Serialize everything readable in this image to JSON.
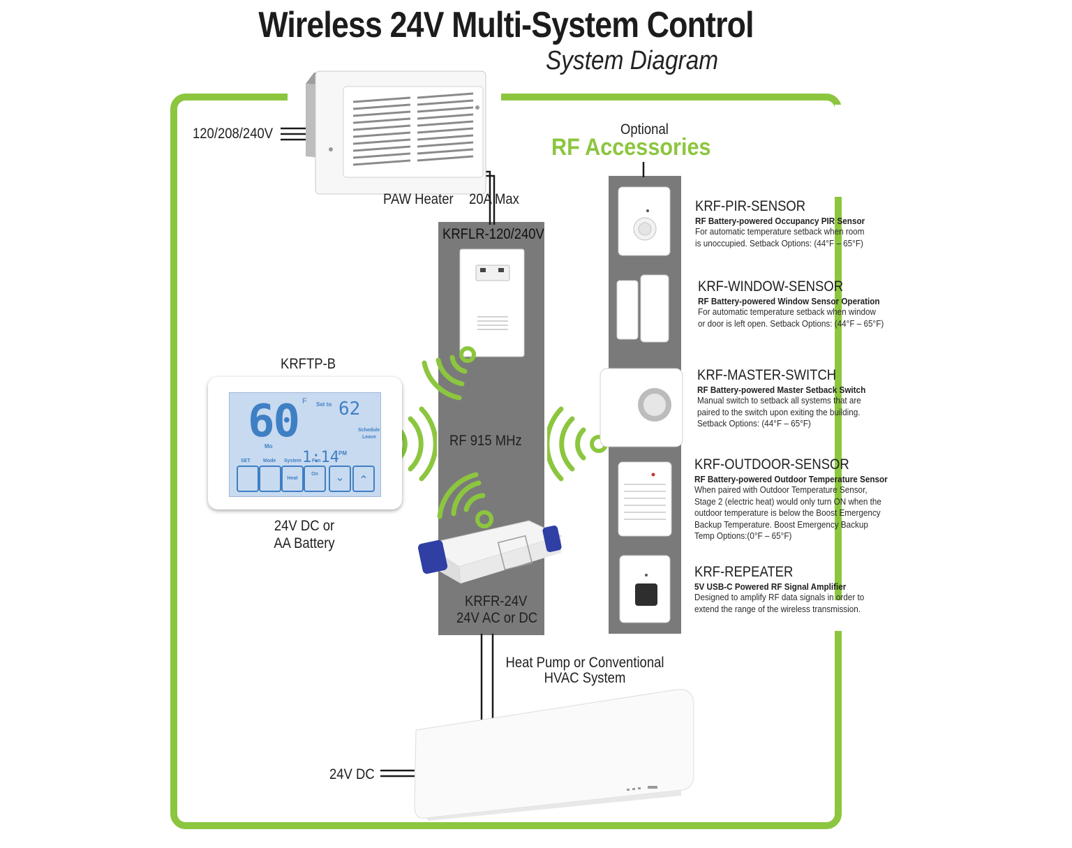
{
  "header": {
    "title": "Wireless 24V Multi-System Control",
    "subtitle": "System Diagram"
  },
  "heater": {
    "voltage_label": "120/208/240V",
    "name_label": "PAW Heater",
    "max_label": "20A Max"
  },
  "relay_column": {
    "top_label": "KRFLR-120/240V",
    "rf_label": "RF 915 MHz",
    "receiver_name": "KRFR-24V",
    "receiver_power": "24V AC or DC"
  },
  "thermostat": {
    "name": "KRFTP-B",
    "power_line1": "24V DC or",
    "power_line2": "AA Battery",
    "screen": {
      "temp": "60",
      "unit": "F",
      "set_to_label": "Set to",
      "set_temp": "62",
      "day": "Mo",
      "time": "1:14",
      "ampm": "PM",
      "schedule": "Schedule",
      "leave": "Leave",
      "buttons": [
        "SET",
        "Mode",
        "System",
        "Fan"
      ],
      "system_value": "Heat",
      "fan_value": "On"
    }
  },
  "hvac": {
    "label_line1": "Heat Pump or Conventional",
    "label_line2": "HVAC System",
    "power_label": "24V DC"
  },
  "accessories": {
    "optional_label": "Optional",
    "heading": "RF Accessories",
    "items": [
      {
        "name": "KRF-PIR-SENSOR",
        "subtitle": "RF Battery-powered Occupancy PIR Sensor",
        "description": "For automatic temperature setback when room\nis unoccupied. Setback Options: (44°F – 65°F)"
      },
      {
        "name": "KRF-WINDOW-SENSOR",
        "subtitle": "RF Battery-powered Window Sensor Operation",
        "description": "For automatic temperature setback when window\nor door is left open. Setback Options: (44°F – 65°F)"
      },
      {
        "name": "KRF-MASTER-SWITCH",
        "subtitle": "RF Battery-powered Master Setback Switch",
        "description": "Manual switch to setback all systems that are\npaired to the switch upon exiting the building.\nSetback Options: (44°F – 65°F)"
      },
      {
        "name": "KRF-OUTDOOR-SENSOR",
        "subtitle": "RF Battery-powered Outdoor Temperature Sensor",
        "description": "When paired with Outdoor Temperature Sensor,\nStage 2 (electric heat) would only turn ON when the\noutdoor temperature is below the Boost Emergency\nBackup Temperature. Boost Emergency Backup\nTemp Options:(0°F – 65°F)"
      },
      {
        "name": "KRF-REPEATER",
        "subtitle": "5V USB-C Powered RF Signal Amplifier",
        "description": "Designed to amplify RF data signals in order to\nextend the range of the wireless transmission."
      }
    ]
  },
  "colors": {
    "accent_green": "#8cc63f",
    "column_gray": "#7a7a7a",
    "lcd_blue": "#3f7fc4"
  },
  "icons": [
    "wireless-signal-icon",
    "occupancy-sensor-icon",
    "window-sensor-icon",
    "master-switch-icon",
    "outdoor-sensor-icon",
    "repeater-icon"
  ]
}
